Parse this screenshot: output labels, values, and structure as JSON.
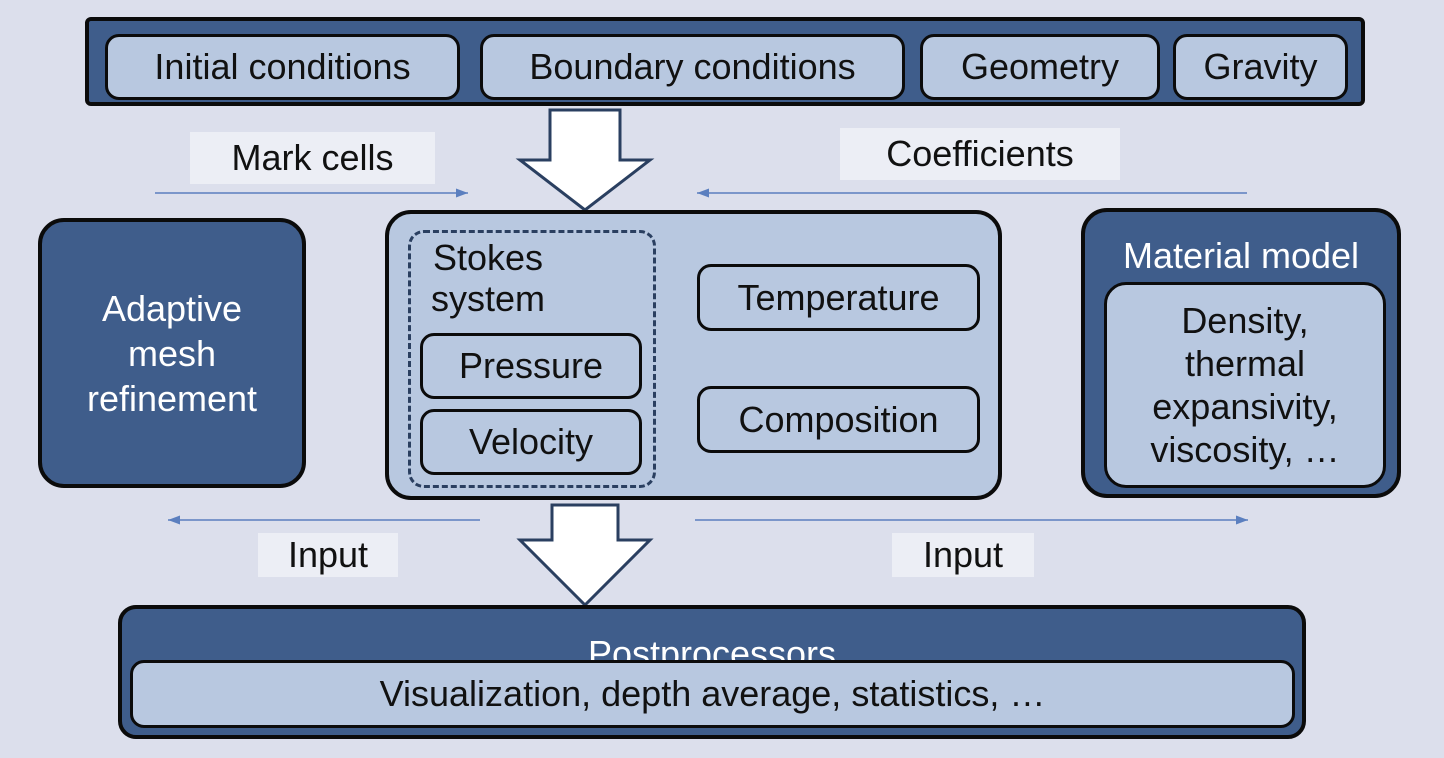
{
  "inputs_bar": {
    "items": [
      "Initial conditions",
      "Boundary conditions",
      "Geometry",
      "Gravity"
    ]
  },
  "arrow_labels": {
    "mark_cells": "Mark cells",
    "coefficients": "Coefficients",
    "input_left": "Input",
    "input_right": "Input"
  },
  "amr": {
    "lines": [
      "Adaptive",
      "mesh",
      "refinement"
    ]
  },
  "solver": {
    "stokes_title": [
      "Stokes",
      "system"
    ],
    "pressure": "Pressure",
    "velocity": "Velocity",
    "temperature": "Temperature",
    "composition": "Composition"
  },
  "material": {
    "title": "Material model",
    "lines": [
      "Density,",
      "thermal",
      "expansivity,",
      "viscosity, …"
    ]
  },
  "post": {
    "title": "Postprocessors",
    "content": "Visualization, depth average, statistics, …"
  },
  "colors": {
    "background": "#dcdfec",
    "dark_box": "#3f5d8b",
    "light_box": "#b8c8e0",
    "arrow_line": "#5b7fbf"
  }
}
